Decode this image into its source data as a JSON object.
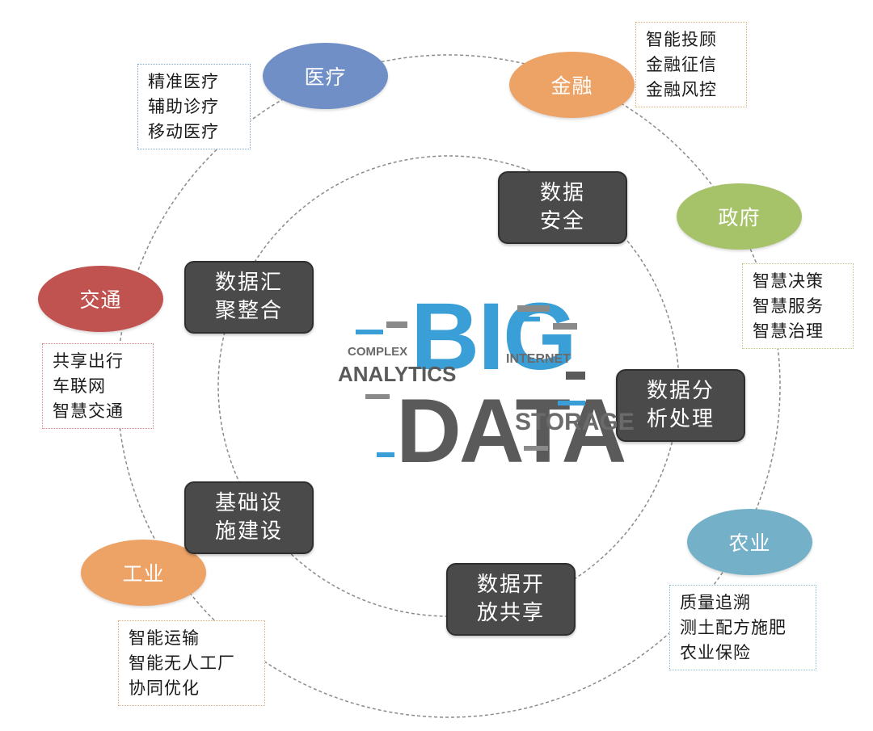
{
  "colors": {
    "medical": "#6f8fc6",
    "finance": "#eda266",
    "government": "#a6c36a",
    "transport": "#c0524f",
    "agriculture": "#74b1c8",
    "industry": "#eda266",
    "dark_box": "#4a4a4a"
  },
  "sectors": {
    "medical": {
      "label": "医疗",
      "apps": [
        "精准医疗",
        "辅助诊疗",
        "移动医疗"
      ]
    },
    "finance": {
      "label": "金融",
      "apps": [
        "智能投顾",
        "金融征信",
        "金融风控"
      ]
    },
    "government": {
      "label": "政府",
      "apps": [
        "智慧决策",
        "智慧服务",
        "智慧治理"
      ]
    },
    "transport": {
      "label": "交通",
      "apps": [
        "共享出行",
        "车联网",
        "智慧交通"
      ]
    },
    "agriculture": {
      "label": "农业",
      "apps": [
        "质量追溯",
        "测土配方施肥",
        "农业保险"
      ]
    },
    "industry": {
      "label": "工业",
      "apps": [
        "智能运输",
        "智能无人工厂",
        "协同优化"
      ]
    }
  },
  "capabilities": {
    "security": [
      "数据",
      "安全"
    ],
    "aggregation": [
      "数据汇",
      "聚整合"
    ],
    "analysis": [
      "数据分",
      "析处理"
    ],
    "infrastructure": [
      "基础设",
      "施建设"
    ],
    "sharing": [
      "数据开",
      "放共享"
    ]
  },
  "center": {
    "big": "BIG",
    "data": "DATA",
    "analytics": "ANALYTICS",
    "storage": "STORAGE",
    "internet": "INTERNET",
    "complex": "COMPLEX"
  }
}
